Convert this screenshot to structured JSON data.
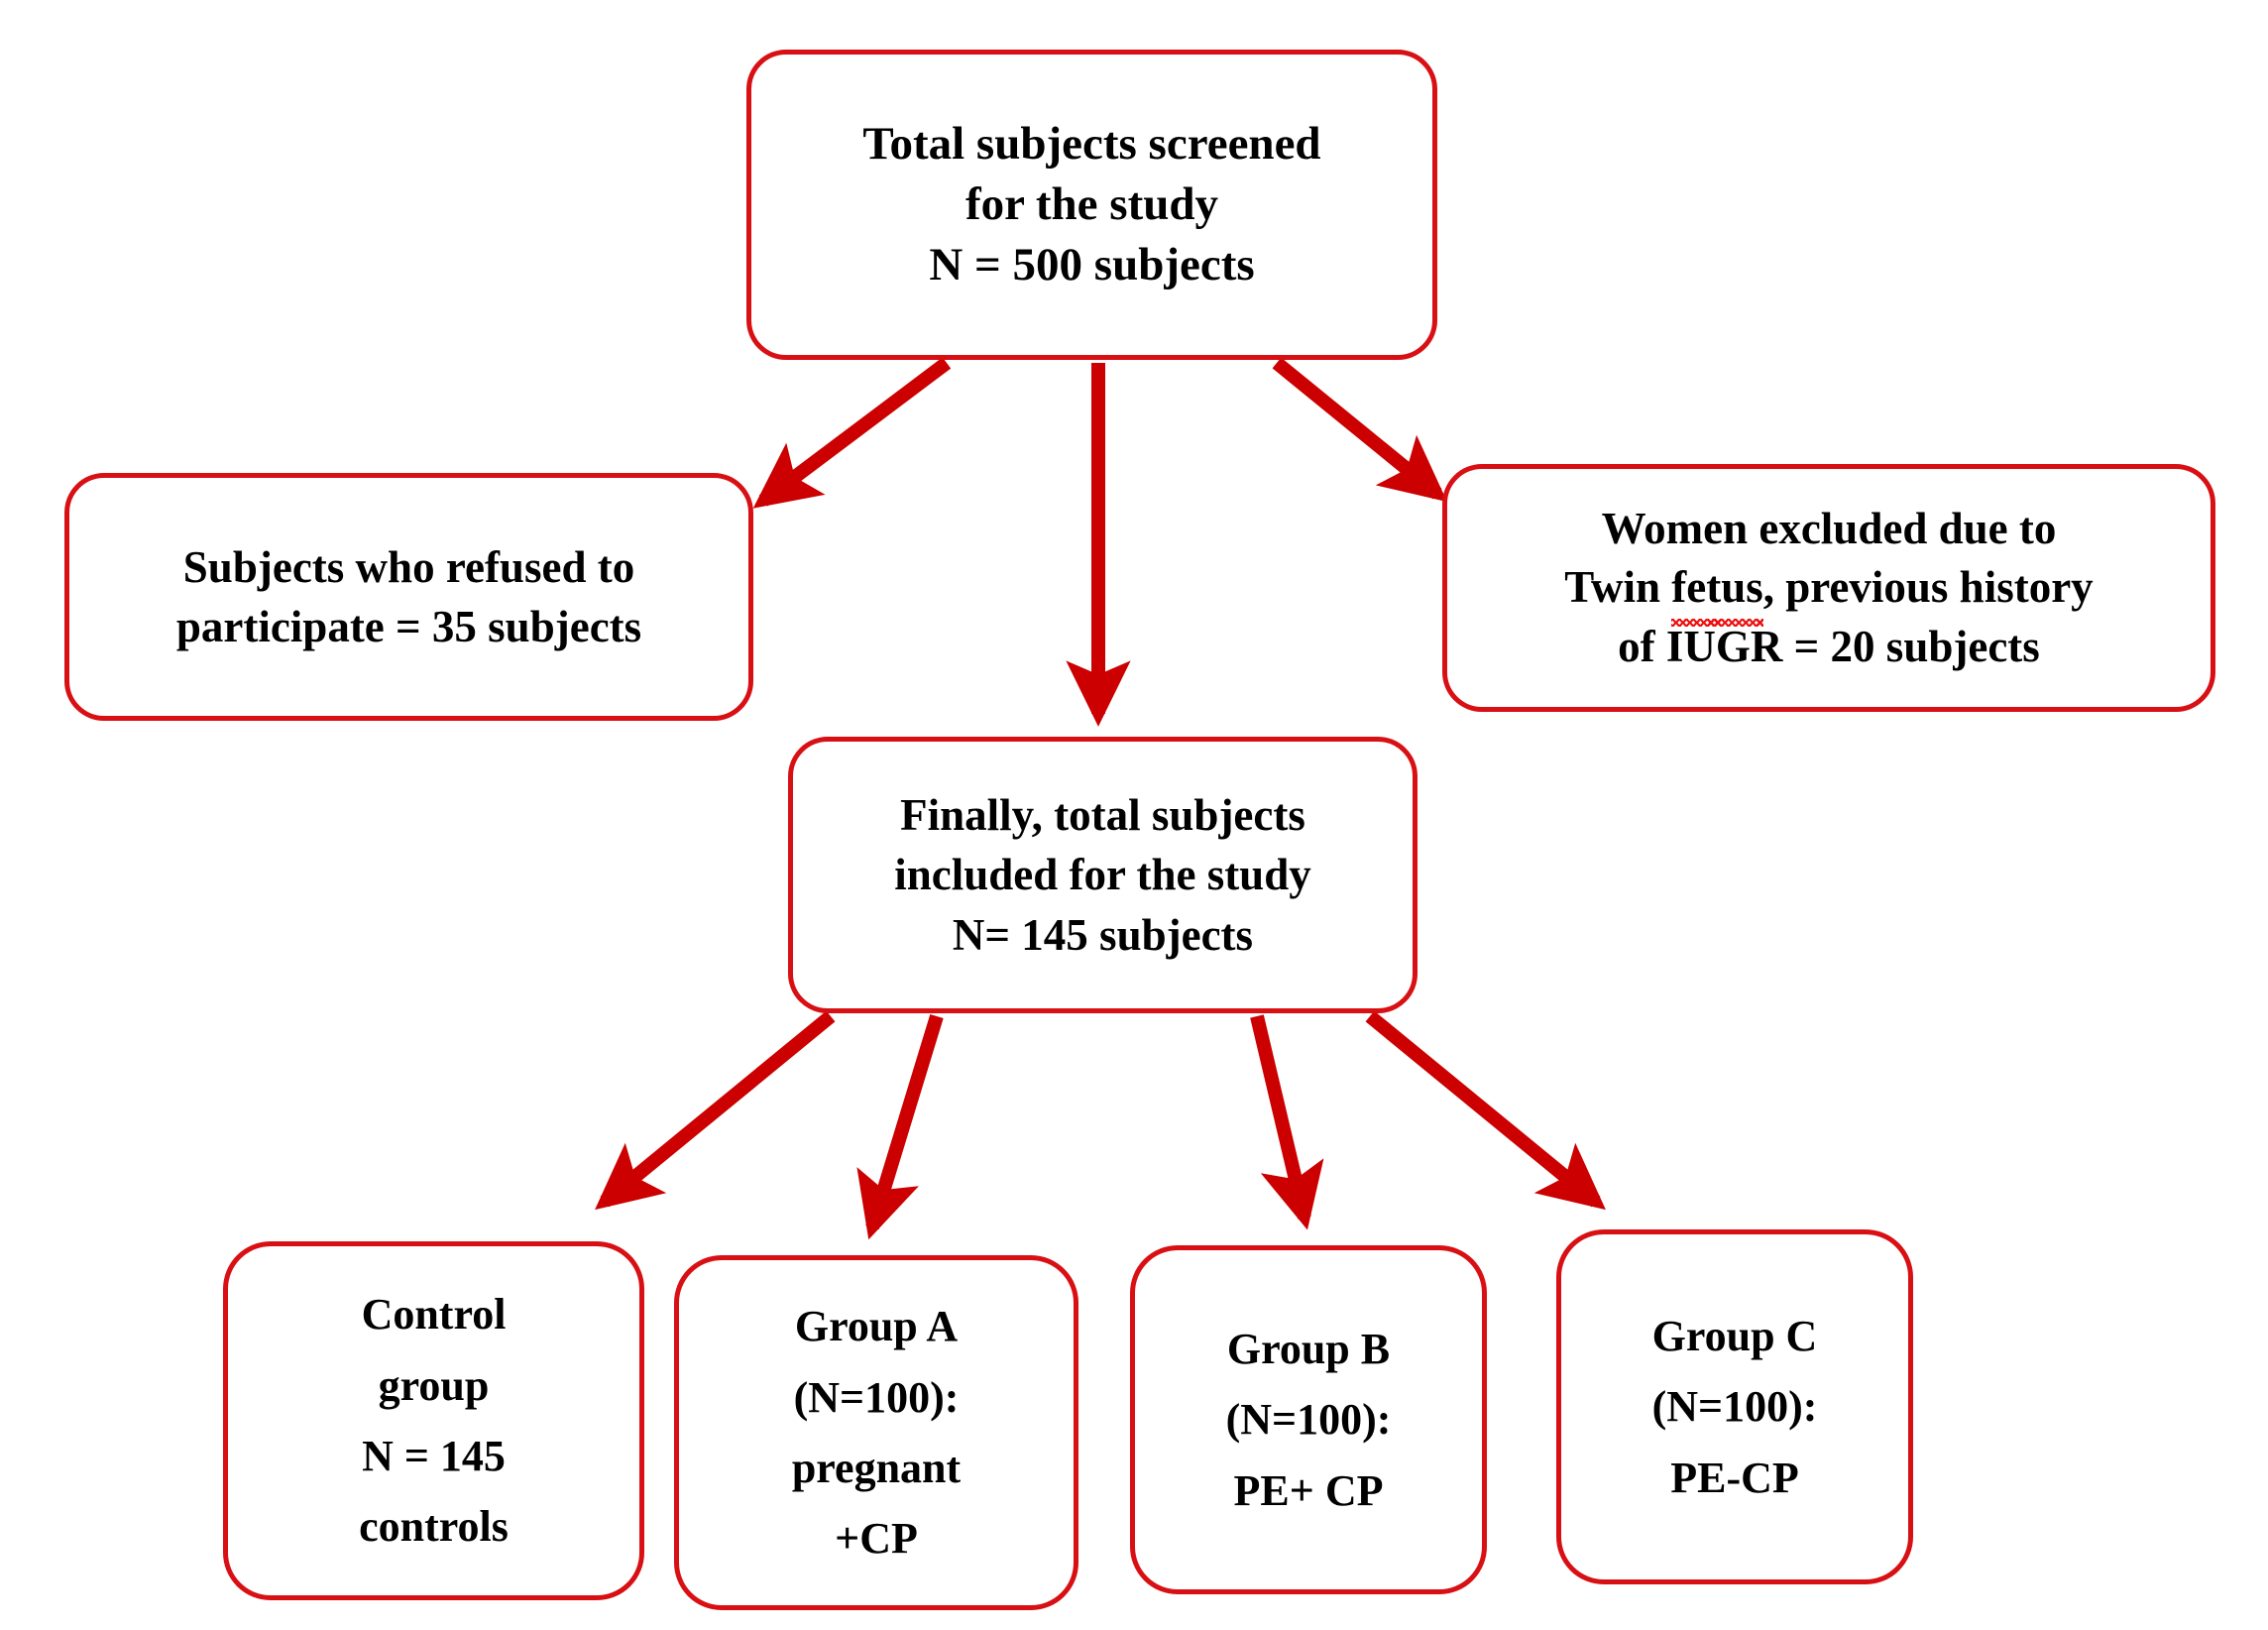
{
  "diagram": {
    "title": "Study subject enrollment flowchart",
    "accent_color": "#d81014",
    "arrow_color": "#cc0000",
    "text_color": "#000000",
    "background_color": "#ffffff"
  },
  "nodes": {
    "screened": {
      "name": "Total subjects screened",
      "lines": [
        "Total subjects screened",
        "for the study",
        "N = 500 subjects"
      ],
      "count": 500
    },
    "refused": {
      "name": "Subjects who refused to participate",
      "lines": [
        "Subjects who refused to",
        "participate = 35 subjects"
      ],
      "count": 35
    },
    "excluded": {
      "name": "Women excluded",
      "lines": [
        "Women excluded due to",
        "Twin fetus, previous history",
        "of IUGR = 20 subjects"
      ],
      "excluded_line2_a": "Twin ",
      "excluded_line2_misspelled": "fetus",
      "excluded_line2_b": ", previous history",
      "count": 20
    },
    "included": {
      "name": "Finally, total subjects included",
      "lines": [
        "Finally, total subjects",
        "included for the study",
        "N= 145 subjects"
      ],
      "count": 145
    },
    "control": {
      "name": "Control group",
      "lines": [
        "Control",
        "group",
        "N = 145",
        "controls"
      ],
      "count": 145
    },
    "group_a": {
      "name": "Group A",
      "lines": [
        "Group A",
        "(N=100):",
        "pregnant",
        "+CP"
      ],
      "count": 100
    },
    "group_b": {
      "name": "Group B",
      "lines": [
        "Group B",
        "(N=100):",
        "PE+ CP"
      ],
      "count": 100
    },
    "group_c": {
      "name": "Group C",
      "lines": [
        "Group C",
        "(N=100):",
        "PE-CP"
      ],
      "count": 100
    }
  },
  "edges": [
    {
      "name": "screened-to-refused",
      "from": "screened",
      "to": "refused"
    },
    {
      "name": "screened-to-included",
      "from": "screened",
      "to": "included"
    },
    {
      "name": "screened-to-excluded",
      "from": "screened",
      "to": "excluded"
    },
    {
      "name": "included-to-control",
      "from": "included",
      "to": "control"
    },
    {
      "name": "included-to-group-a",
      "from": "included",
      "to": "group_a"
    },
    {
      "name": "included-to-group-b",
      "from": "included",
      "to": "group_b"
    },
    {
      "name": "included-to-group-c",
      "from": "included",
      "to": "group_c"
    }
  ]
}
